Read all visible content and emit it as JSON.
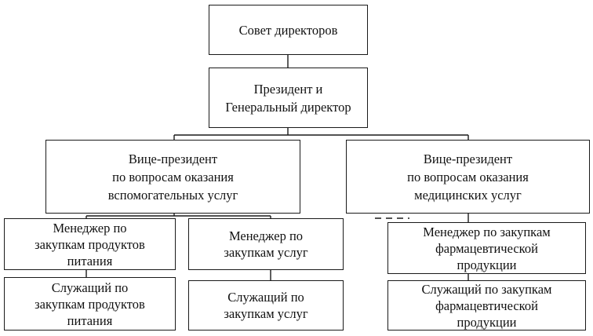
{
  "org_chart": {
    "board": {
      "lines": [
        "Совет директоров"
      ]
    },
    "president": {
      "lines": [
        "Президент и",
        "Генеральный директор"
      ]
    },
    "vp_support": {
      "lines": [
        "Вице-президент",
        "по вопросам оказания",
        "вспомогательных услуг"
      ]
    },
    "vp_medical": {
      "lines": [
        "Вице-президент",
        "по вопросам оказания",
        "медицинских услуг"
      ]
    },
    "manager_food": {
      "lines": [
        "Менеджер по",
        "закупкам продуктов",
        "питания"
      ]
    },
    "manager_services": {
      "lines": [
        "Менеджер по",
        "закупкам услуг"
      ]
    },
    "manager_pharma": {
      "lines": [
        "Менеджер по закупкам",
        "фармацевтической",
        "продукции"
      ]
    },
    "clerk_food": {
      "lines": [
        "Служащий по",
        "закупкам продуктов",
        "питания"
      ]
    },
    "clerk_services": {
      "lines": [
        "Служащий по",
        "закупкам услуг"
      ]
    },
    "clerk_pharma": {
      "lines": [
        "Служащий по закупкам",
        "фармацевтической",
        "продукции"
      ]
    }
  }
}
